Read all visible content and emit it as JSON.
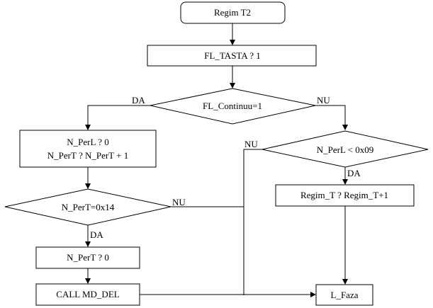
{
  "flowchart": {
    "nodes": {
      "start": "Regim T2",
      "fl_tasta": "FL_TASTA ?   1",
      "fl_continuu": "FL_Continuu=1",
      "reset_perl_line1": "N_PerL ?   0",
      "reset_perl_line2": "N_PerT ?   N_PerT + 1",
      "perl_check": "N_PerL < 0x09",
      "inc_regim": "Regim_T ?   Regim_T+1",
      "pert_check": "N_PerT=0x14",
      "reset_pert": "N_PerT ?   0",
      "call_md_del": "CALL MD_DEL",
      "l_faza": "L_Faza"
    },
    "labels": {
      "continuu_yes": "DA",
      "continuu_no": "NU",
      "perl_yes": "DA",
      "perl_no": "NU",
      "pert_yes": "DA",
      "pert_no": "NU"
    }
  }
}
